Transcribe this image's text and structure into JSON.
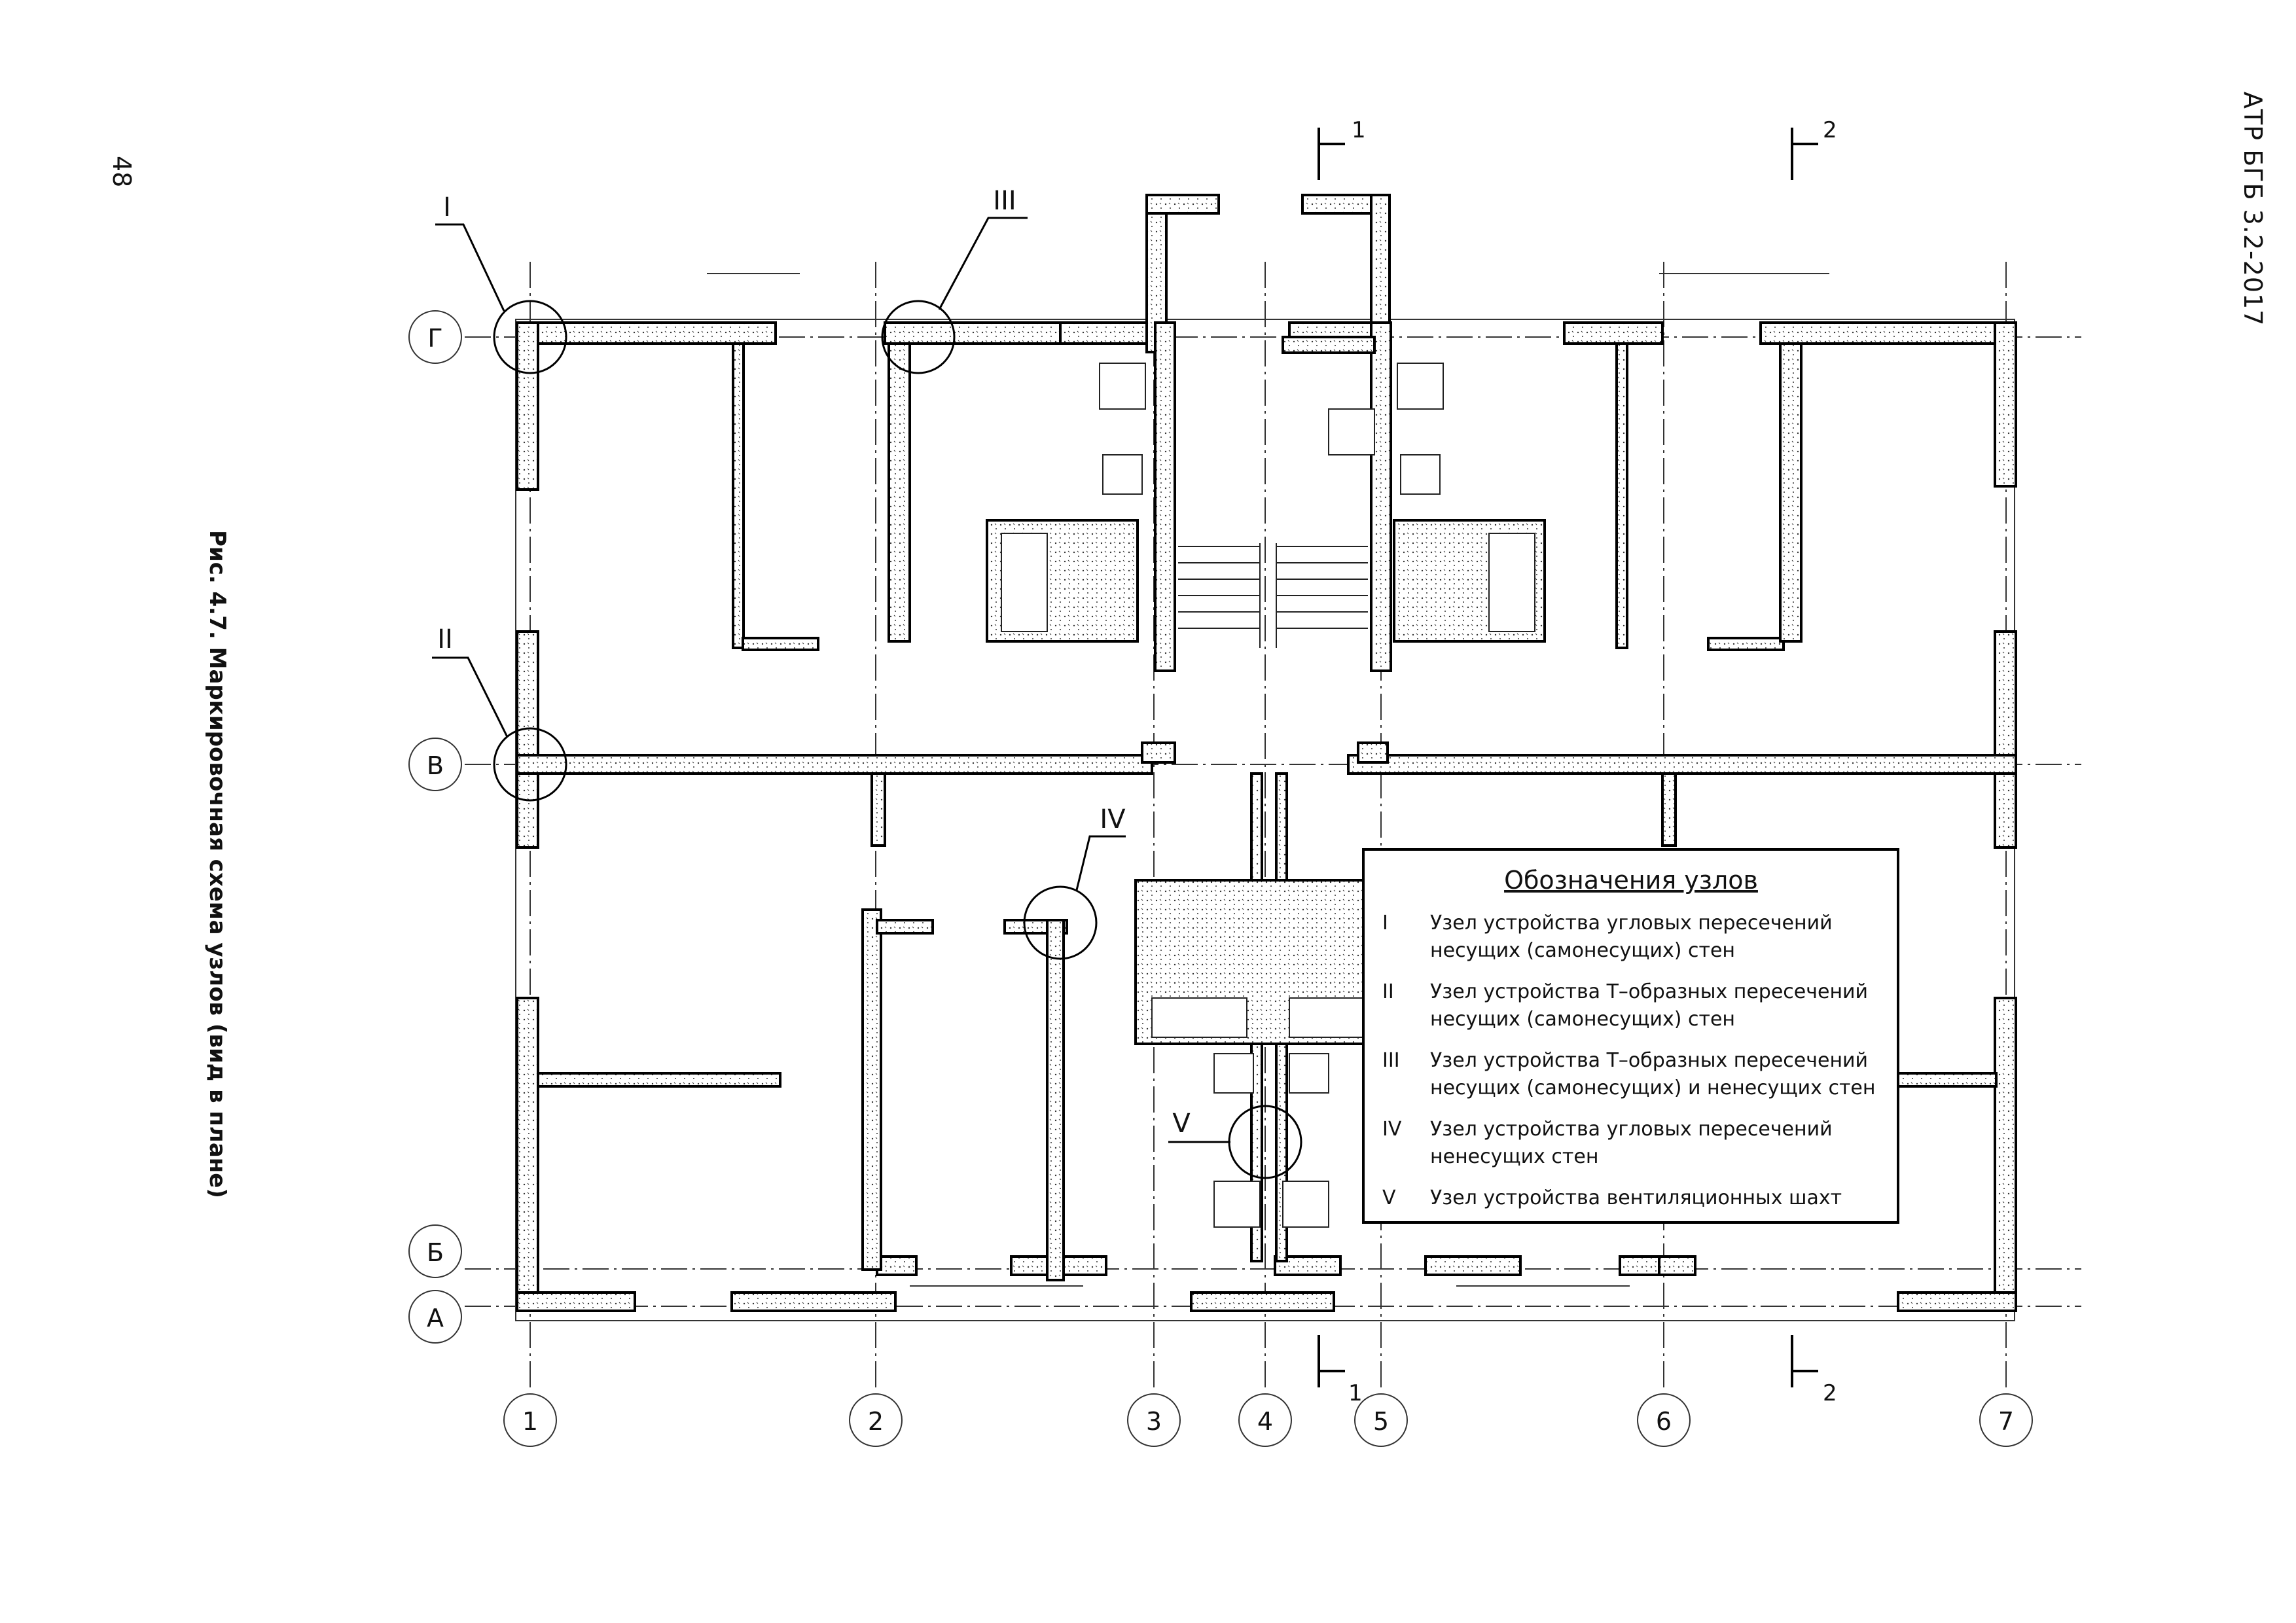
{
  "page_number": "48",
  "document_code": "АТР БГБ 3.2-2017",
  "caption": "Рис. 4.7. Маркировочная схема узлов (вид в плане)",
  "axes": {
    "letters": [
      "Г",
      "В",
      "Б",
      "А"
    ],
    "numbers": [
      "1",
      "2",
      "3",
      "4",
      "5",
      "6",
      "7"
    ]
  },
  "nodes": [
    "I",
    "II",
    "III",
    "IV",
    "V"
  ],
  "sections": [
    "1",
    "2",
    "1",
    "2"
  ],
  "legend": {
    "title": "Обозначения узлов",
    "items": [
      {
        "num": "I",
        "lines": [
          "Узел   устройства   угловых   пересечений",
          "несущих (самонесущих) стен"
        ]
      },
      {
        "num": "II",
        "lines": [
          "Узел  устройства  Т–образных  пересечений",
          "несущих (самонесущих) стен"
        ]
      },
      {
        "num": "III",
        "lines": [
          "Узел устройства Т–образных пересечений",
          "несущих (самонесущих) и ненесущих стен"
        ]
      },
      {
        "num": "IV",
        "lines": [
          "Узел   устройства   угловых   пересечений",
          "ненесущих стен"
        ]
      },
      {
        "num": "V",
        "lines": [
          "Узел устройства вентиляционных шахт"
        ]
      }
    ]
  }
}
